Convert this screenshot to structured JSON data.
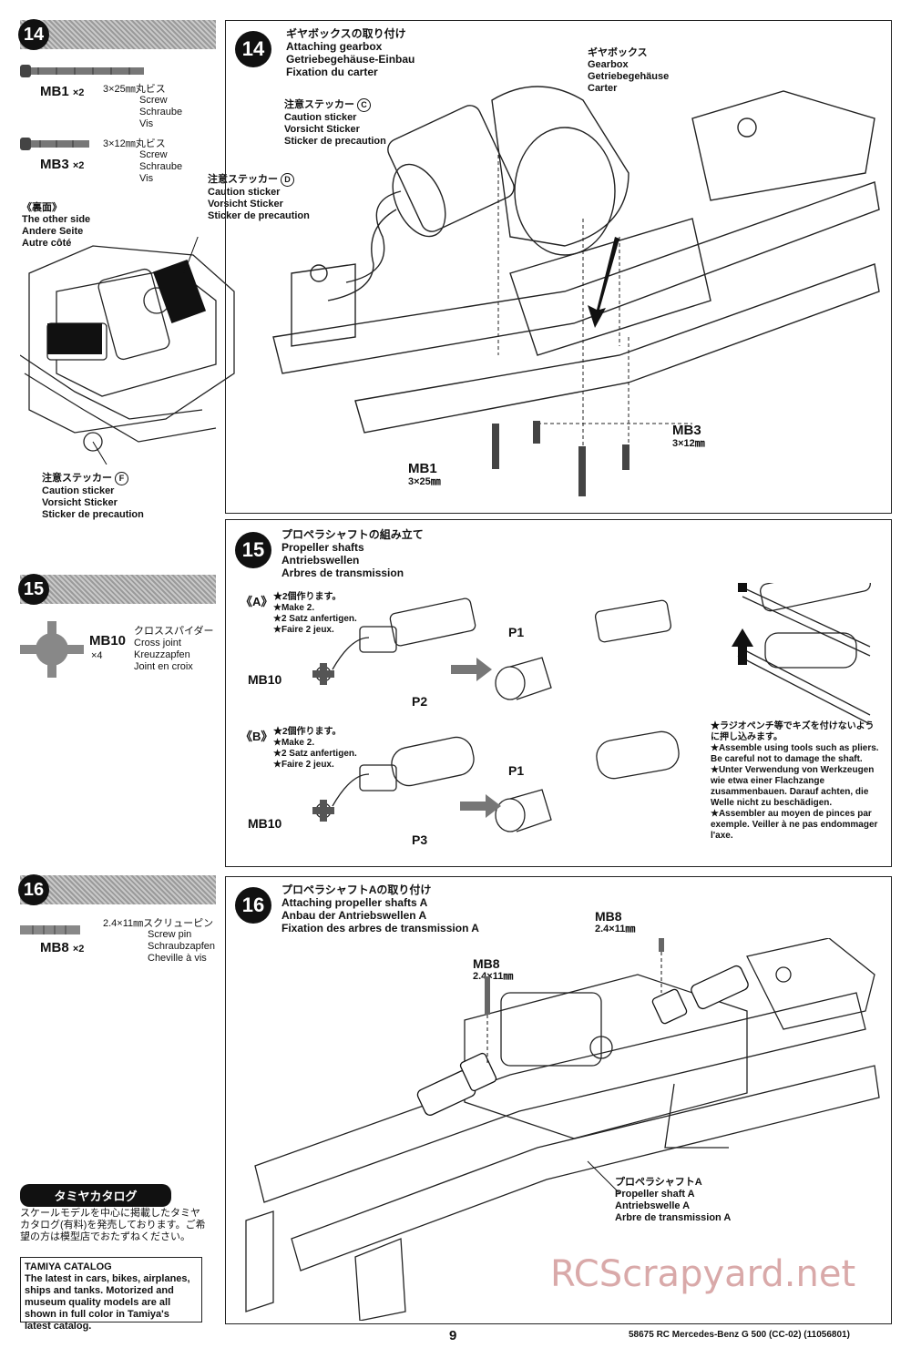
{
  "left": {
    "step14": {
      "num": "14",
      "parts": [
        {
          "code": "MB1",
          "qty": "×2",
          "size": "3×25㎜丸ビス",
          "names": [
            "Screw",
            "Schraube",
            "Vis"
          ]
        },
        {
          "code": "MB3",
          "qty": "×2",
          "size": "3×12㎜丸ビス",
          "names": [
            "Screw",
            "Schraube",
            "Vis"
          ]
        }
      ],
      "sticker_d": {
        "jp": "注意ステッカー",
        "letter": "D",
        "lines": [
          "Caution sticker",
          "Vorsicht Sticker",
          "Sticker de precaution"
        ]
      },
      "other_side": {
        "jp": "《裏面》",
        "lines": [
          "The other side",
          "Andere Seite",
          "Autre côté"
        ]
      },
      "sticker_f": {
        "jp": "注意ステッカー",
        "letter": "F",
        "lines": [
          "Caution sticker",
          "Vorsicht Sticker",
          "Sticker de precaution"
        ]
      }
    },
    "step15": {
      "num": "15",
      "part": {
        "code": "MB10",
        "qty": "×4",
        "jp": "クロススパイダー",
        "names": [
          "Cross joint",
          "Kreuzzapfen",
          "Joint en croix"
        ]
      }
    },
    "step16": {
      "num": "16",
      "part": {
        "code": "MB8",
        "qty": "×2",
        "size": "2.4×11㎜スクリューピン",
        "names": [
          "Screw pin",
          "Schraubzapfen",
          "Cheville à vis"
        ]
      }
    },
    "catalog": {
      "head": "タミヤカタログ",
      "jp": "スケールモデルを中心に掲載したタミヤカタログ(有料)を発売しております。ご希望の方は模型店でおたずねください。",
      "title": "TAMIYA CATALOG",
      "text": "The latest in cars, bikes, airplanes, ships and tanks. Motorized and museum quality models are all shown in full color in Tamiya's latest catalog."
    }
  },
  "step14": {
    "num": "14",
    "title": [
      "ギヤボックスの取り付け",
      "Attaching gearbox",
      "Getriebegehäuse-Einbau",
      "Fixation du carter"
    ],
    "sticker_c": {
      "jp": "注意ステッカー",
      "letter": "C",
      "lines": [
        "Caution sticker",
        "Vorsicht Sticker",
        "Sticker de precaution"
      ]
    },
    "gearbox": [
      "ギヤボックス",
      "Gearbox",
      "Getriebegehäuse",
      "Carter"
    ],
    "mb3": {
      "code": "MB3",
      "size": "3×12㎜"
    },
    "mb1": {
      "code": "MB1",
      "size": "3×25㎜"
    }
  },
  "step15": {
    "num": "15",
    "title": [
      "プロペラシャフトの組み立て",
      "Propeller shafts",
      "Antriebswellen",
      "Arbres de transmission"
    ],
    "a": {
      "tag": "《A》",
      "lines": [
        "★2個作ります。",
        "★Make 2.",
        "★2 Satz anfertigen.",
        "★Faire 2 jeux."
      ]
    },
    "b": {
      "tag": "《B》",
      "lines": [
        "★2個作ります。",
        "★Make 2.",
        "★2 Satz anfertigen.",
        "★Faire 2 jeux."
      ]
    },
    "mb10": "MB10",
    "p1": "P1",
    "p2": "P2",
    "p3": "P3",
    "note": [
      "★ラジオペンチ等でキズを付けないように押し込みます。",
      "★Assemble using tools such as pliers. Be careful not to damage the shaft.",
      "★Unter Verwendung von Werkzeugen wie etwa einer Flachzange zusammenbauen. Darauf achten, die Welle nicht zu beschädigen.",
      "★Assembler au moyen de pinces par exemple. Veiller à ne pas endommager l'axe."
    ]
  },
  "step16": {
    "num": "16",
    "title": [
      "プロペラシャフトAの取り付け",
      "Attaching propeller shafts A",
      "Anbau der Antriebswellen A",
      "Fixation des arbres de transmission A"
    ],
    "mb8_top": {
      "code": "MB8",
      "size": "2.4×11㎜"
    },
    "mb8_mid": {
      "code": "MB8",
      "size": "2.4×11㎜"
    },
    "shaft_a": [
      "プロペラシャフトA",
      "Propeller shaft A",
      "Antriebswelle A",
      "Arbre de transmission A"
    ]
  },
  "footer": {
    "page": "9",
    "model": "58675 RC Mercedes-Benz G 500 (CC-02) (11056801)"
  },
  "watermark": "RCScrapyard.net"
}
